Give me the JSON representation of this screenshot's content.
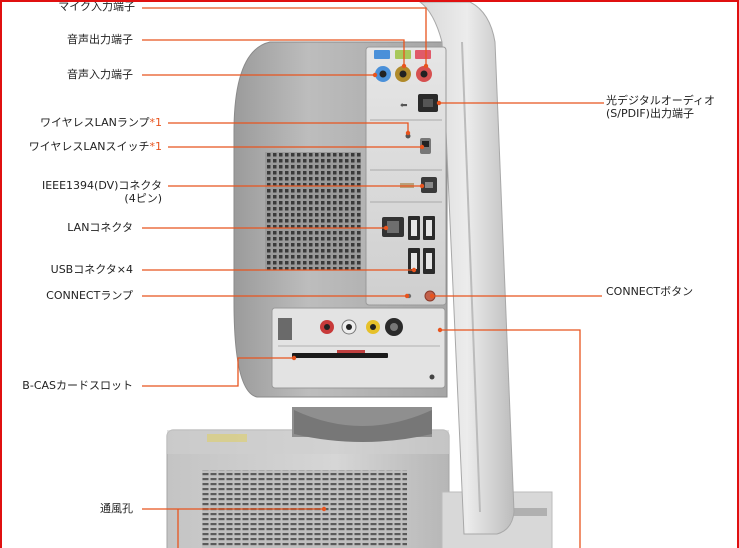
{
  "labels": {
    "mic_in": "マイク入力端子",
    "audio_out": "音声出力端子",
    "audio_in": "音声入力端子",
    "wlan_lamp": "ワイヤレスLANランプ",
    "wlan_switch": "ワイヤレスLANスイッチ",
    "asterisk": "*1",
    "ieee1394_line1": "IEEE1394(DV)コネクタ",
    "ieee1394_line2": "(4ピン)",
    "lan": "LANコネクタ",
    "usb": "USBコネクタ×4",
    "connect_lamp": "CONNECTランプ",
    "bcas": "B-CASカードスロット",
    "vent": "通風孔",
    "optical_line1": "光デジタルオーディオ",
    "optical_line2": "(S/PDIF)出力端子",
    "connect_button": "CONNECTボタン"
  },
  "colors": {
    "callout": "#e8541e",
    "frame": "#e01010",
    "body_light": "#c9c9c9",
    "body_mid": "#a9a9a9",
    "body_dark": "#8a8a8a"
  }
}
